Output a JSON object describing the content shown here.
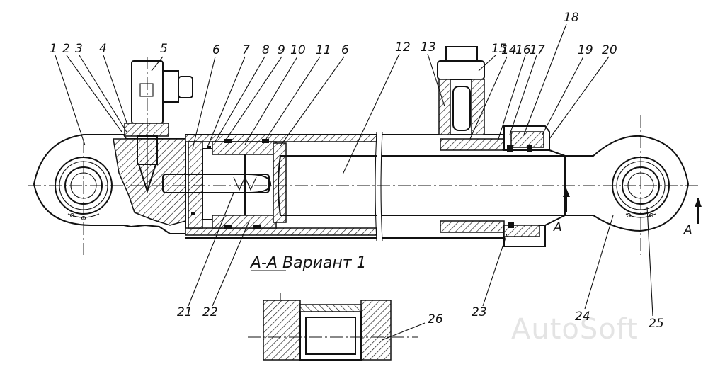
{
  "callouts": [
    {
      "id": "c1",
      "text": "1"
    },
    {
      "id": "c2",
      "text": "2"
    },
    {
      "id": "c3",
      "text": "3"
    },
    {
      "id": "c4",
      "text": "4"
    },
    {
      "id": "c5",
      "text": "5"
    },
    {
      "id": "c6a",
      "text": "6"
    },
    {
      "id": "c7",
      "text": "7"
    },
    {
      "id": "c8",
      "text": "8"
    },
    {
      "id": "c9",
      "text": "9"
    },
    {
      "id": "c10",
      "text": "10"
    },
    {
      "id": "c11",
      "text": "11"
    },
    {
      "id": "c6b",
      "text": "6"
    },
    {
      "id": "c12",
      "text": "12"
    },
    {
      "id": "c13",
      "text": "13"
    },
    {
      "id": "c15",
      "text": "15"
    },
    {
      "id": "c14",
      "text": "14"
    },
    {
      "id": "c16",
      "text": "16"
    },
    {
      "id": "c17",
      "text": "17"
    },
    {
      "id": "c18",
      "text": "18"
    },
    {
      "id": "c19",
      "text": "19"
    },
    {
      "id": "c20",
      "text": "20"
    },
    {
      "id": "c21",
      "text": "21"
    },
    {
      "id": "c22",
      "text": "22"
    },
    {
      "id": "c23",
      "text": "23"
    },
    {
      "id": "c24",
      "text": "24"
    },
    {
      "id": "c25",
      "text": "25"
    },
    {
      "id": "c26",
      "text": "26"
    }
  ],
  "section_marks": {
    "left": "A",
    "right": "A"
  },
  "caption": "A-A Вариант 1",
  "watermark": "AutoSoft"
}
